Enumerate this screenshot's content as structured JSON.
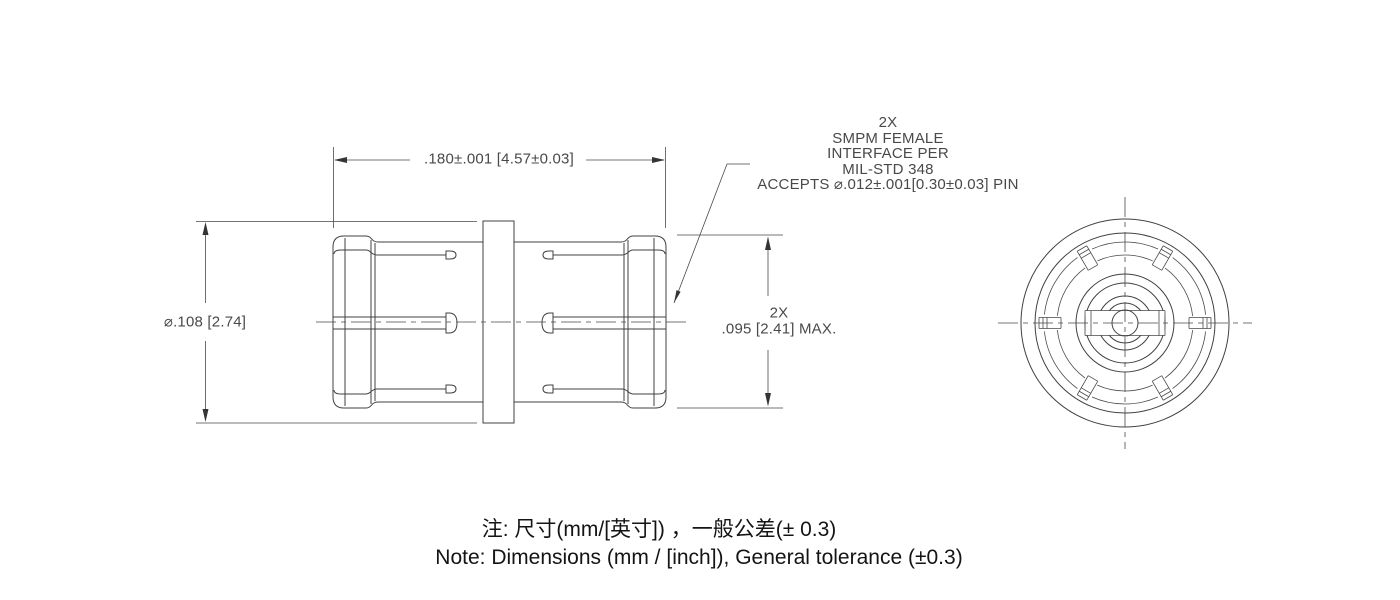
{
  "drawing": {
    "title_block_absent": true,
    "callout": {
      "lines": [
        "2X",
        "SMPM FEMALE",
        "INTERFACE PER",
        "MIL-STD 348",
        "ACCEPTS ⌀.012±.001[0.30±0.03] PIN"
      ]
    },
    "dimensions": {
      "overall_length": ".180±.001 [4.57±0.03]",
      "flange_diameter": "⌀.108 [2.74]",
      "end_qty": "2X",
      "end_diameter_max": ".095 [2.41]  MAX."
    },
    "notes": {
      "zh": "注: 尺寸(mm/[英寸]) ，一般公差(± 0.3)",
      "en": "Note: Dimensions (mm / [inch]), General tolerance (±0.3)"
    },
    "colors": {
      "line": "#414141",
      "cad_text": "#494949",
      "note_text": "#141414",
      "background": "#ffffff"
    }
  }
}
